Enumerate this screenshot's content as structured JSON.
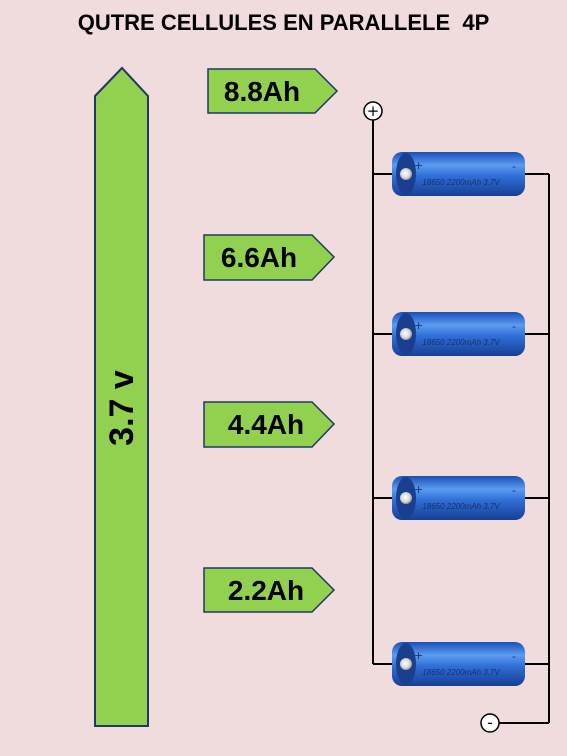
{
  "title": "QUTRE CELLULES EN PARALLELE  4P",
  "voltage": "3.7 v",
  "capacities": [
    "8.8Ah",
    "6.6Ah",
    "4.4Ah",
    "2.2Ah"
  ],
  "cell_label": "18650 2200mAh 3.7V",
  "terminals": {
    "positive": "+",
    "negative": "-"
  },
  "colors": {
    "background": "#f0dcdc",
    "arrow_fill": "#92d050",
    "arrow_stroke": "#1f3864",
    "battery_blue": "#2f6fd6",
    "wire": "#000000"
  }
}
